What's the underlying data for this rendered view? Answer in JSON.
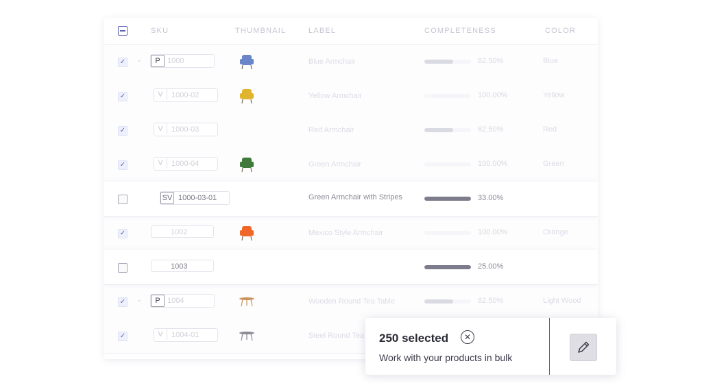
{
  "table": {
    "columns": [
      "SKU",
      "THUMBNAIL",
      "LABEL",
      "COMPLETENESS",
      "COLOR"
    ],
    "rows": [
      {
        "checked": true,
        "tag": "P",
        "sku": "1000",
        "label": "Blue Armchair",
        "completeness": 0.62,
        "pct": "62.50%",
        "color": "Blue",
        "thumb": "blue-armchair",
        "style": "faded"
      },
      {
        "checked": true,
        "tag": "V",
        "sku": "1000-02",
        "label": "Yellow Armchair",
        "completeness": 0.0,
        "pct": "100.00%",
        "color": "Yellow",
        "thumb": "yellow-armchair",
        "style": "faded"
      },
      {
        "checked": true,
        "tag": "V",
        "sku": "1000-03",
        "label": "Red Armchair",
        "completeness": 0.62,
        "pct": "62.50%",
        "color": "Red",
        "thumb": "",
        "style": "faded"
      },
      {
        "checked": true,
        "tag": "V",
        "sku": "1000-04",
        "label": "Green Armchair",
        "completeness": 0.0,
        "pct": "100.00%",
        "color": "Green",
        "thumb": "green-armchair",
        "style": "faded"
      },
      {
        "checked": false,
        "tag": "SV",
        "sku": "1000-03-01",
        "label": "Green Armchair with Stripes",
        "completeness": 1.0,
        "pct": "33.00%",
        "color": "",
        "thumb": "",
        "style": "clear"
      },
      {
        "checked": true,
        "tag": "",
        "sku": "1002",
        "label": "Mexico Style Armchair",
        "completeness": 0.0,
        "pct": "100.00%",
        "color": "Orange",
        "thumb": "orange-armchair",
        "style": "faded"
      },
      {
        "checked": false,
        "tag": "",
        "sku": "1003",
        "label": "",
        "completeness": 1.0,
        "pct": "25.00%",
        "color": "",
        "thumb": "",
        "style": "clear"
      },
      {
        "checked": true,
        "tag": "P",
        "sku": "1004",
        "label": "Wooden Round Tea Table",
        "completeness": 0.62,
        "pct": "62.50%",
        "color": "Light Wood",
        "thumb": "wood-table",
        "style": "faded"
      },
      {
        "checked": true,
        "tag": "V",
        "sku": "1004-01",
        "label": "Steel Round Tea Table",
        "completeness": 0.0,
        "pct": "",
        "color": "",
        "thumb": "steel-table",
        "style": "faded"
      }
    ]
  },
  "popup": {
    "title": "250 selected",
    "subtitle": "Work with your products in bulk",
    "close_icon": "close-circle-icon",
    "edit_icon": "pencil-icon"
  },
  "colors": {
    "accent": "#5e63b6",
    "text": "#2b2b36",
    "bar": "#7c7c8c"
  }
}
